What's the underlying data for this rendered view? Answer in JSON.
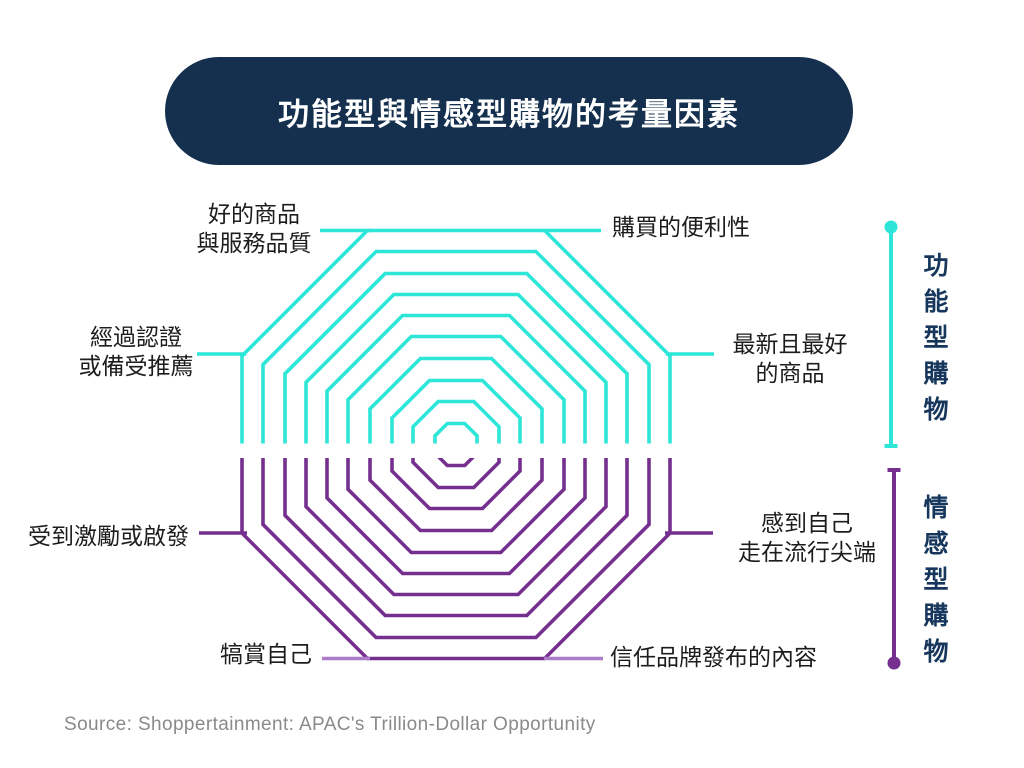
{
  "title": "功能型與情感型購物的考量因素",
  "colors": {
    "navy": "#14304E",
    "functional": "#2DE6D7",
    "emotional": "#75308F",
    "emotional_light": "#AC7CC8",
    "label_text": "#1D1D1D",
    "legend_text": "#16365C",
    "source_text": "#8A8A8A"
  },
  "labels": {
    "good_product": {
      "lines": [
        "好的商品",
        "與服務品質"
      ]
    },
    "convenience": {
      "lines": [
        "購買的便利性"
      ]
    },
    "certified": {
      "lines": [
        "經過認證",
        "或備受推薦"
      ]
    },
    "newest_best": {
      "lines": [
        "最新且最好",
        "的商品"
      ]
    },
    "inspired": {
      "lines": [
        "受到激勵或啟發"
      ]
    },
    "trend": {
      "lines": [
        "感到自己",
        "走在流行尖端"
      ]
    },
    "reward_self": {
      "lines": [
        "犒賞自己"
      ]
    },
    "trust_brand": {
      "lines": [
        "信任品牌發布的內容"
      ]
    }
  },
  "legend": {
    "functional": "功能型購物",
    "emotional": "情感型購物"
  },
  "source": "Source: Shoppertainment: APAC's Trillion-Dollar Opportunity"
}
